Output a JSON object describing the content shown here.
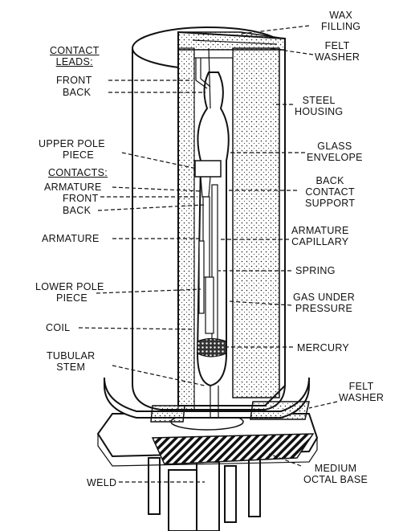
{
  "labels": {
    "wax_filling": [
      "WAX",
      "FILLING"
    ],
    "felt_washer_top": [
      "FELT",
      "WASHER"
    ],
    "contact_leads": [
      "CONTACT",
      "LEADS:"
    ],
    "front_lead": "FRONT",
    "back_lead": "BACK",
    "steel_housing": [
      "STEEL",
      "HOUSING"
    ],
    "upper_pole_piece": [
      "UPPER POLE",
      "PIECE"
    ],
    "glass_envelope": [
      "GLASS",
      "ENVELOPE"
    ],
    "contacts": "CONTACTS:",
    "armature_contact": "ARMATURE",
    "front_contact": "FRONT",
    "back_contact": "BACK",
    "back_contact_support": [
      "BACK",
      "CONTACT",
      "SUPPORT"
    ],
    "armature": "ARMATURE",
    "armature_capillary": [
      "ARMATURE",
      "CAPILLARY"
    ],
    "spring": "SPRING",
    "lower_pole_piece": [
      "LOWER POLE",
      "PIECE"
    ],
    "gas_under_pressure": [
      "GAS UNDER",
      "PRESSURE"
    ],
    "coil": "COIL",
    "mercury": "MERCURY",
    "tubular_stem": [
      "TUBULAR",
      "STEM"
    ],
    "felt_washer_bottom": [
      "FELT",
      "WASHER"
    ],
    "weld": "WELD",
    "medium_octal_base": [
      "MEDIUM",
      "OCTAL BASE"
    ]
  }
}
